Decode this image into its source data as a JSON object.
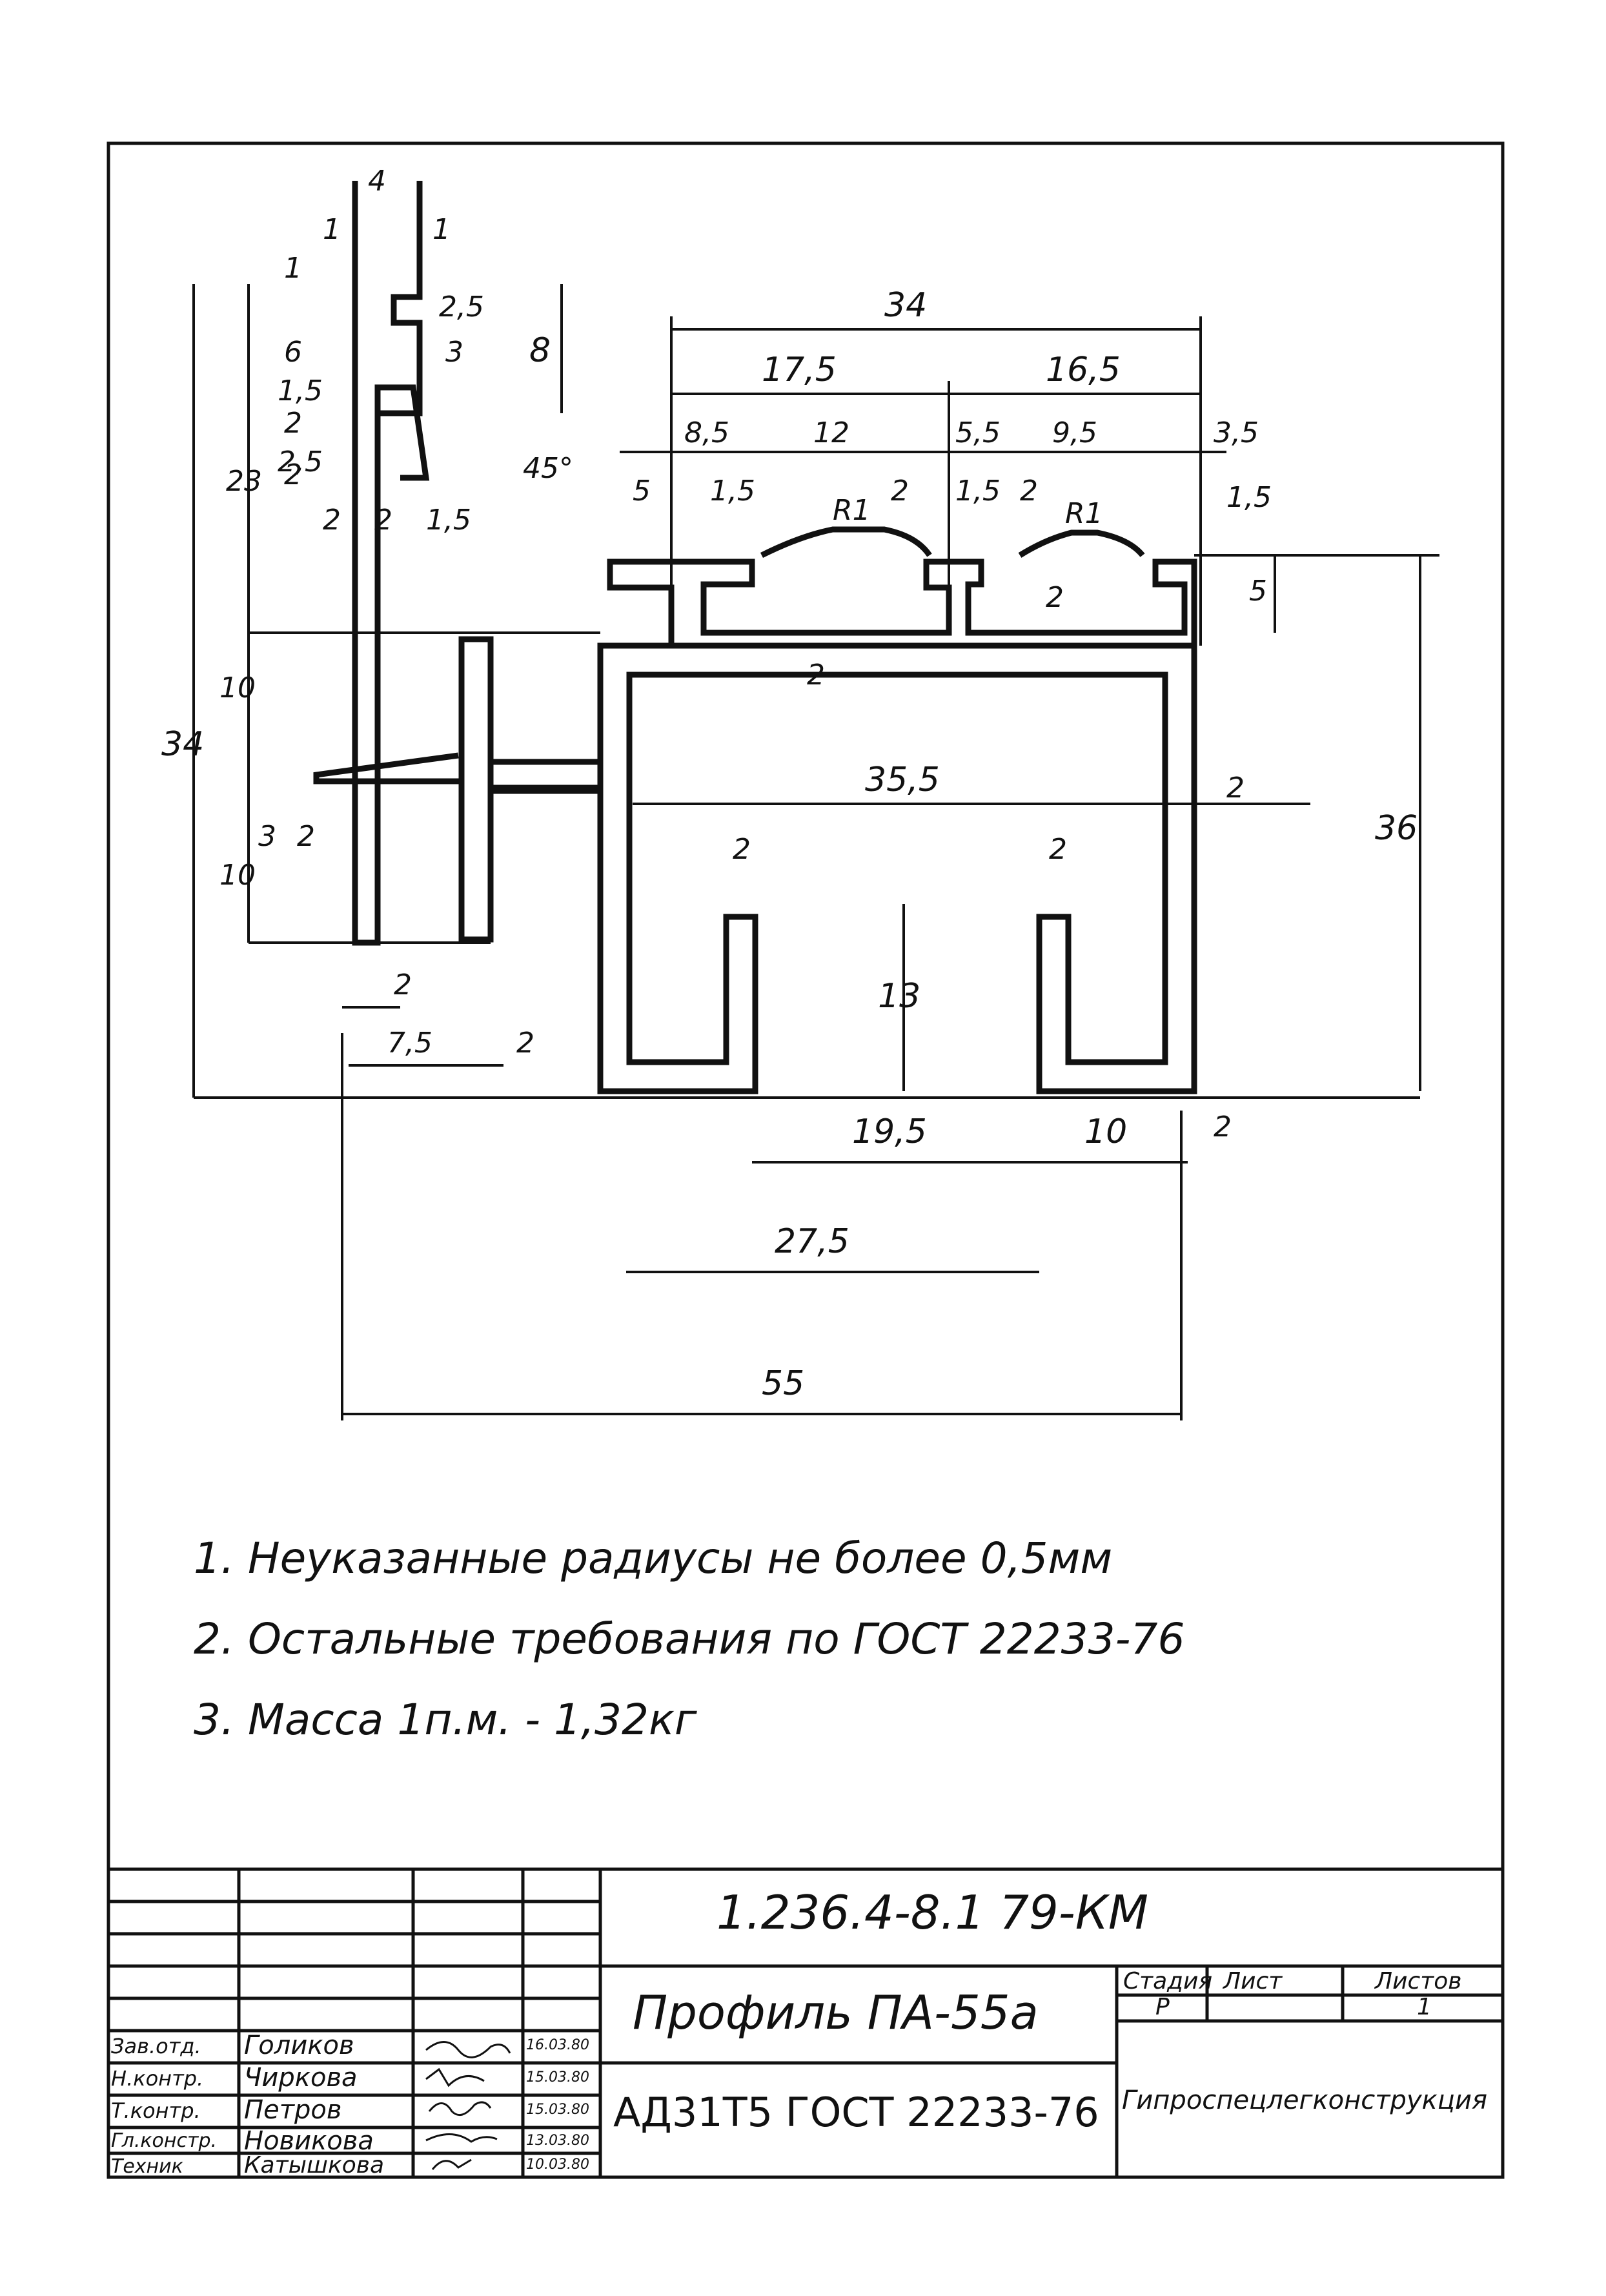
{
  "title_block": {
    "doc_code": "1.236.4-8.1 79-КМ",
    "title": "Профиль ПА-55а",
    "material": "АД31Т5 ГОСТ 22233-76",
    "organization": "Гипроспецлегконструкция",
    "stage_header": "Стадия",
    "sheet_header": "Лист",
    "sheets_header": "Листов",
    "stage_value": "Р",
    "sheet_value": "",
    "sheets_value": "1",
    "signatures": [
      {
        "role": "Зав.отд.",
        "name": "Голиков",
        "date": "16.03.80"
      },
      {
        "role": "Н.контр.",
        "name": "Чиркова",
        "date": "15.03.80"
      },
      {
        "role": "Т.контр.",
        "name": "Петров",
        "date": "15.03.80"
      },
      {
        "role": "Гл.констр.",
        "name": "Новикова",
        "date": "13.03.80"
      },
      {
        "role": "Техник",
        "name": "Катышкова",
        "date": "10.03.80"
      }
    ]
  },
  "notes": [
    "1. Неуказанные радиусы не более 0,5мм",
    "2. Остальные требования по ГОСТ 22233-76",
    "3. Масса 1п.м. - 1,32кг"
  ],
  "dimensions": {
    "d55": "55",
    "d34_top": "34",
    "d17_5": "17,5",
    "d16_5": "16,5",
    "d8_5": "8,5",
    "d12": "12",
    "d5_5": "5,5",
    "d9_5": "9,5",
    "d3_5": "3,5",
    "d5": "5",
    "d1_5a": "1,5",
    "dR1a": "R1",
    "d2a": "2",
    "d1_5b": "1,5",
    "d2b": "2",
    "dR1b": "R1",
    "d1_5c": "1,5",
    "d2_groove": "2",
    "d5_right": "5",
    "d2_wall": "2",
    "d35_5": "35,5",
    "d2_right": "2",
    "d36": "36",
    "d2_leg_l": "2",
    "d2_leg_r": "2",
    "d13": "13",
    "d19_5": "19,5",
    "d10": "10",
    "d27_5": "27,5",
    "d2_base": "2",
    "d4": "4",
    "d1_l": "1",
    "d1_r": "1",
    "d1_v": "1",
    "d2_5_v": "2,5",
    "d3_v": "3",
    "d8": "8",
    "d6": "6",
    "d1_5_v": "1,5",
    "d2_v": "2",
    "d2_5_l": "2,5",
    "d2_l2": "2",
    "d2_5_l2": "2,5",
    "d45": "45°",
    "d2_h1": "2",
    "d2_h2": "2",
    "d1_5_h": "1,5",
    "d23": "23",
    "d34_left": "34",
    "d10_top": "10",
    "d10_bot": "10",
    "d3_small": "3",
    "d2_small": "2",
    "d2_bottom_l": "2",
    "d7_5": "7,5",
    "d2_bottom_r": "2"
  }
}
